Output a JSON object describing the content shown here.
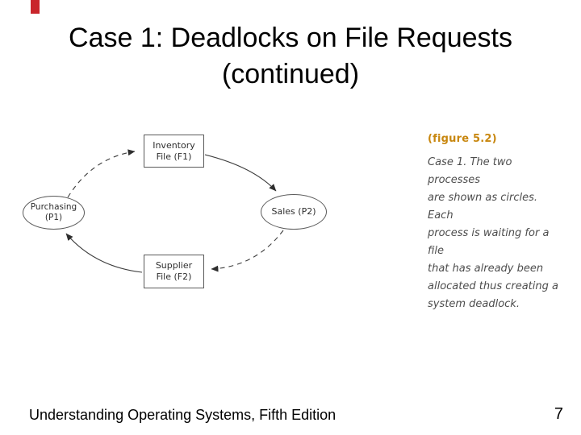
{
  "slide": {
    "title_lines": [
      "Case 1: Deadlocks on File Requests",
      "(continued)"
    ],
    "footer_text": "Understanding Operating Systems, Fifth Edition",
    "page_number": "7",
    "background_color": "#ffffff",
    "accent_marker_color": "#c9252b"
  },
  "figure_panel": {
    "label": "(figure 5.2)",
    "label_color": "#c8870f",
    "caption_lines": [
      "Case 1. The two processes",
      "are shown as circles. Each",
      "process is waiting for a file",
      "that has already been",
      "allocated thus creating a",
      "system deadlock."
    ]
  },
  "diagram": {
    "nodes": [
      {
        "id": "inventory-file",
        "shape": "rectangle",
        "line1": "Inventory",
        "line2": "File (F1)"
      },
      {
        "id": "purchasing",
        "shape": "ellipse",
        "line1": "Purchasing",
        "line2": "(P1)"
      },
      {
        "id": "sales",
        "shape": "ellipse",
        "line1": "Sales (P2)",
        "line2": ""
      },
      {
        "id": "supplier-file",
        "shape": "rectangle",
        "line1": "Supplier",
        "line2": "File (F2)"
      }
    ],
    "edges": [
      {
        "from": "Purchasing (P1)",
        "to": "Inventory File (F1)",
        "style": "dashed"
      },
      {
        "from": "Inventory File (F1)",
        "to": "Sales (P2)",
        "style": "solid"
      },
      {
        "from": "Sales (P2)",
        "to": "Supplier File (F2)",
        "style": "dashed"
      },
      {
        "from": "Supplier File (F2)",
        "to": "Purchasing (P1)",
        "style": "solid"
      }
    ]
  }
}
